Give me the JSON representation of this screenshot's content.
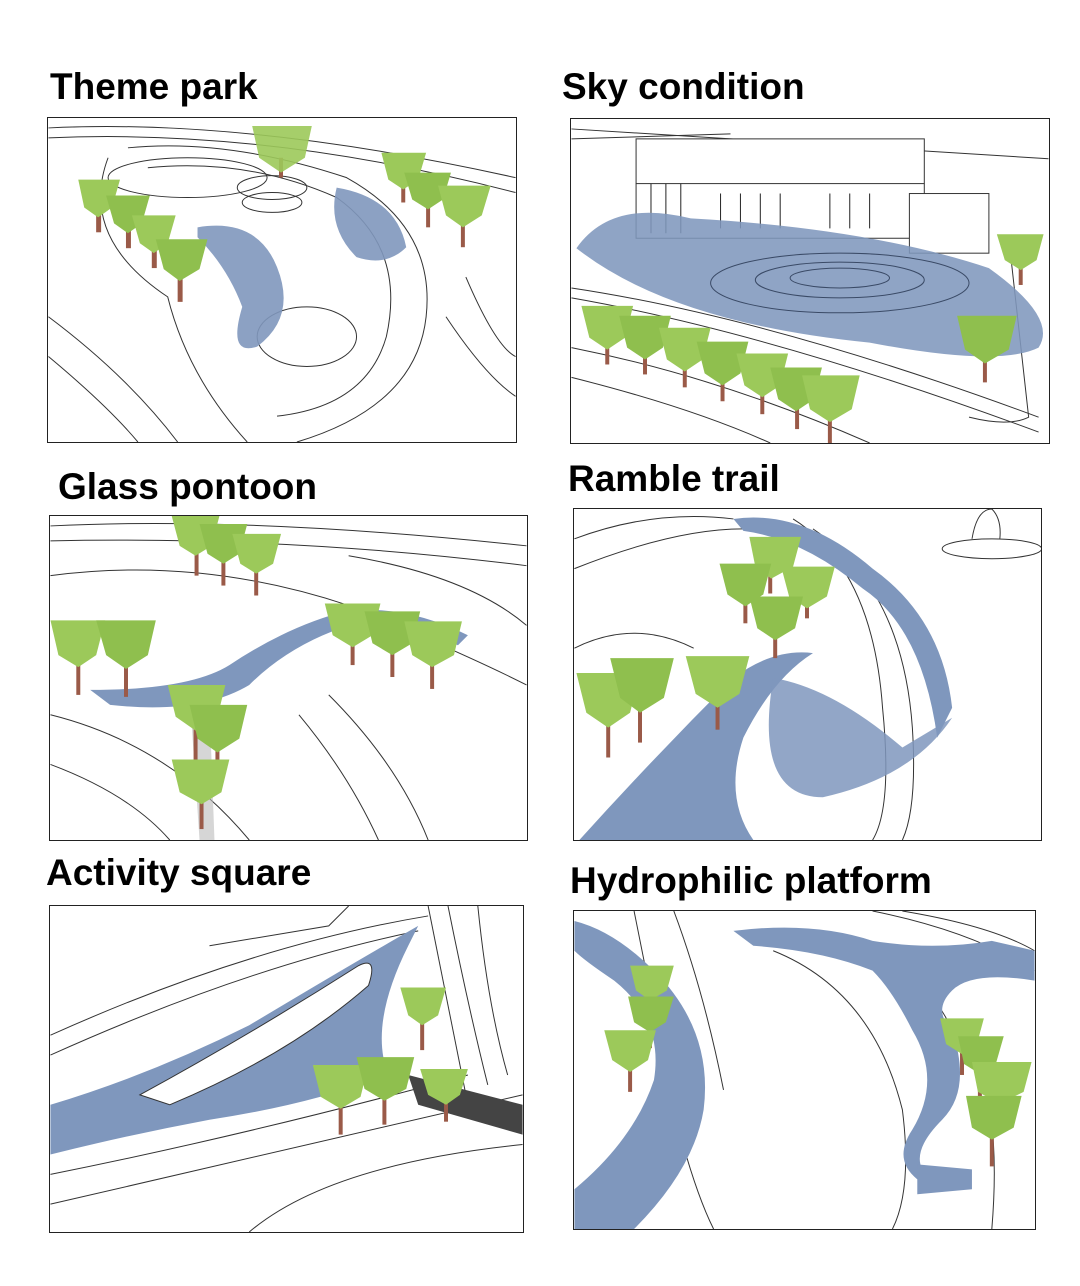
{
  "panels": [
    {
      "title": "Theme park"
    },
    {
      "title": "Sky condition"
    },
    {
      "title": "Glass pontoon"
    },
    {
      "title": "Ramble trail"
    },
    {
      "title": "Activity square"
    },
    {
      "title": "Hydrophilic platform"
    }
  ],
  "colors": {
    "water_blue": "#7f97bd",
    "tree_green": "#9cc95a",
    "tree_dark": "#6fa33a",
    "trunk": "#9a5a48",
    "line": "#333333"
  }
}
